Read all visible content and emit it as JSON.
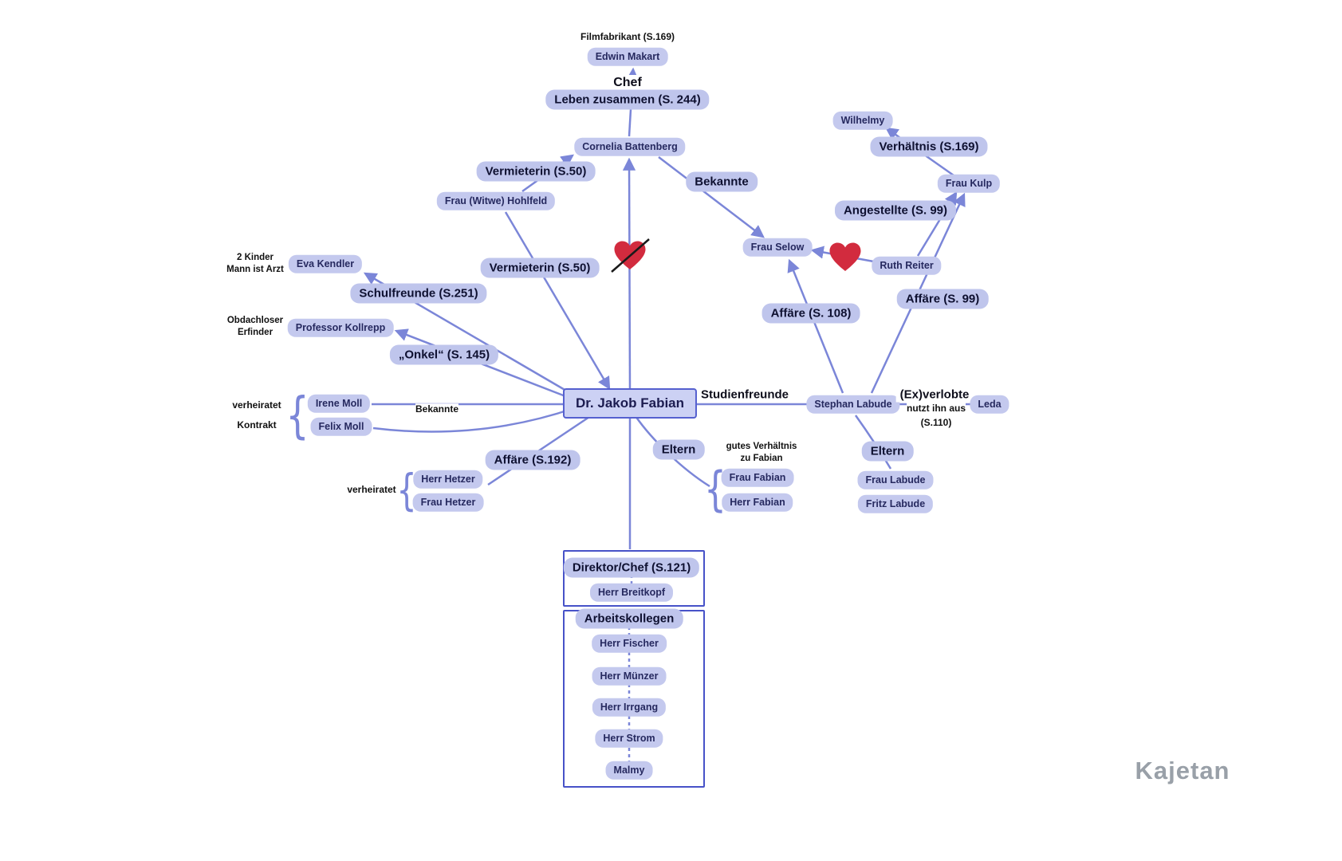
{
  "diagram": {
    "center": {
      "name": "Dr. Jakob Fabian"
    },
    "top": {
      "filmfabrikant": "Filmfabrikant (S.169)",
      "edwin_makart": "Edwin Makart",
      "chef": "Chef",
      "leben_zusammen": "Leben zusammen (S. 244)",
      "cornelia_battenberg": "Cornelia Battenberg",
      "vermieterin_cornelia": "Vermieterin (S.50)",
      "frau_hohlfeld": "Frau (Witwe) Hohlfeld",
      "vermieterin_fabian": "Vermieterin (S.50)",
      "bekannte": "Bekannte"
    },
    "right": {
      "wilhelmy": "Wilhelmy",
      "verhaeltnis": "Verhältnis (S.169)",
      "frau_kulp": "Frau Kulp",
      "angestellte": "Angestellte (S. 99)",
      "frau_selow": "Frau Selow",
      "ruth_reiter": "Ruth Reiter",
      "affaere_99": "Affäre (S. 99)",
      "affaere_108": "Affäre (S. 108)"
    },
    "left": {
      "kinder_1": "2 Kinder",
      "kinder_2": "Mann ist Arzt",
      "eva_kendler": "Eva Kendler",
      "schulfreunde": "Schulfreunde (S.251)",
      "obdachlos_1": "Obdachloser",
      "obdachlos_2": "Erfinder",
      "professor_kollrepp": "Professor Kollrepp",
      "onkel": "„Onkel“ (S. 145)",
      "verheiratet_moll": "verheiratet",
      "irene_moll": "Irene Moll",
      "bekannte": "Bekannte",
      "kontrakt": "Kontrakt",
      "felix_moll": "Felix Moll",
      "affaere_192": "Affäre (S.192)",
      "herr_hetzer": "Herr Hetzer",
      "verheiratet_hetzer": "verheiratet",
      "frau_hetzer": "Frau Hetzer"
    },
    "family": {
      "eltern": "Eltern",
      "gutes_1": "gutes Verhältnis",
      "gutes_2": "zu Fabian",
      "frau_fabian": "Frau Fabian",
      "herr_fabian": "Herr Fabian"
    },
    "labude": {
      "studienfreunde": "Studienfreunde",
      "stephan_labude": "Stephan Labude",
      "ex_verlobte": "(Ex)verlobte",
      "nutzt_ihn_aus": "nutzt ihn aus",
      "s_110": "(S.110)",
      "leda": "Leda",
      "eltern": "Eltern",
      "frau_labude": "Frau Labude",
      "fritz_labude": "Fritz Labude"
    },
    "work": {
      "direktor_chef": "Direktor/Chef (S.121)",
      "herr_breitkopf": "Herr Breitkopf",
      "arbeitskollegen": "Arbeitskollegen",
      "herr_fischer": "Herr Fischer",
      "herr_muenzer": "Herr Münzer",
      "herr_irrgang": "Herr Irrgang",
      "herr_strom": "Herr Strom",
      "malmy": "Malmy"
    },
    "watermark": "Kajetan"
  },
  "colors": {
    "pill_bg": "#c4c9ee",
    "line": "#7b86d8",
    "heart": "#d22b3e",
    "box_border": "#4752c8",
    "watermark": "#99a0a8"
  }
}
